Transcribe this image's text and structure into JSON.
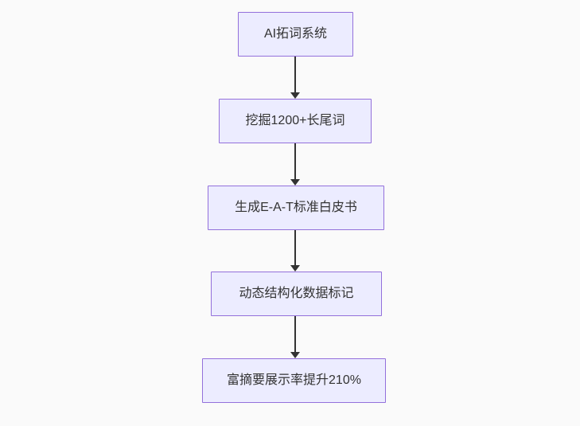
{
  "diagram": {
    "type": "flowchart",
    "direction": "top-down",
    "nodes": [
      {
        "id": "n1",
        "label": "AI拓词系统"
      },
      {
        "id": "n2",
        "label": "挖掘1200+长尾词"
      },
      {
        "id": "n3",
        "label": "生成E-A-T标准白皮书"
      },
      {
        "id": "n4",
        "label": "动态结构化数据标记"
      },
      {
        "id": "n5",
        "label": "富摘要展示率提升210%"
      }
    ],
    "edges": [
      {
        "from": "n1",
        "to": "n2"
      },
      {
        "from": "n2",
        "to": "n3"
      },
      {
        "from": "n3",
        "to": "n4"
      },
      {
        "from": "n4",
        "to": "n5"
      }
    ],
    "colors": {
      "background": "#fafafa",
      "node_fill": "#ECECFF",
      "node_border": "#9370DB",
      "arrow": "#333333",
      "text": "#333333"
    }
  }
}
